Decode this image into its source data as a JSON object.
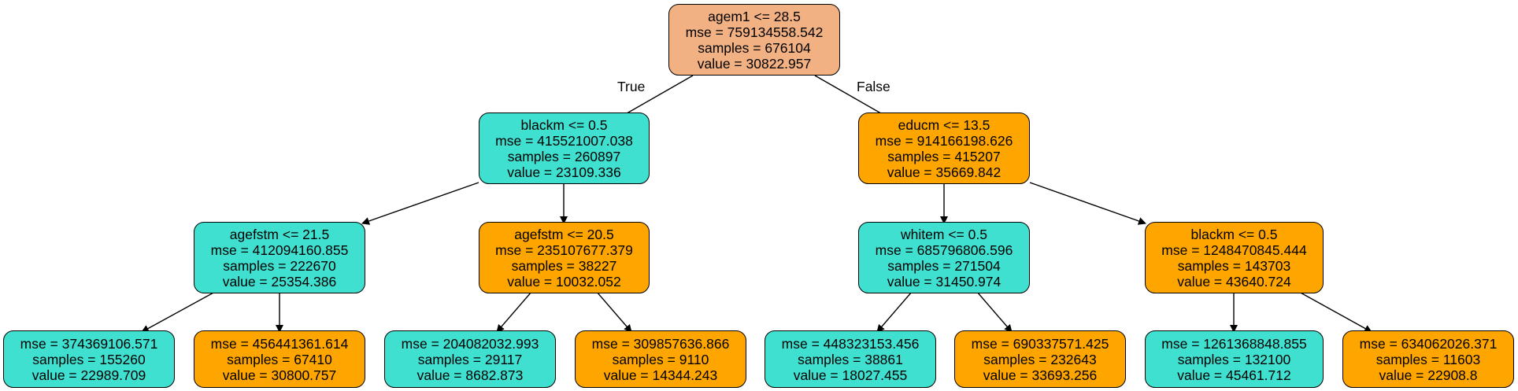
{
  "colors": {
    "teal": "#40e0d0",
    "orange": "#ffa500",
    "salmon": "#f2b183",
    "edge": "#000000"
  },
  "edge_labels": {
    "true_label": "True",
    "false_label": "False"
  },
  "nodes": {
    "n0": {
      "split": "agem1 <= 28.5",
      "mse": "mse = 759134558.542",
      "samples": "samples = 676104",
      "value": "value = 30822.957",
      "fill": "salmon"
    },
    "n1": {
      "split": "blackm <= 0.5",
      "mse": "mse = 415521007.038",
      "samples": "samples = 260897",
      "value": "value = 23109.336",
      "fill": "teal"
    },
    "n2": {
      "split": "educm <= 13.5",
      "mse": "mse = 914166198.626",
      "samples": "samples = 415207",
      "value": "value = 35669.842",
      "fill": "orange"
    },
    "n3": {
      "split": "agefstm <= 21.5",
      "mse": "mse = 412094160.855",
      "samples": "samples = 222670",
      "value": "value = 25354.386",
      "fill": "teal"
    },
    "n4": {
      "split": "agefstm <= 20.5",
      "mse": "mse = 235107677.379",
      "samples": "samples = 38227",
      "value": "value = 10032.052",
      "fill": "orange"
    },
    "n5": {
      "split": "whitem <= 0.5",
      "mse": "mse = 685796806.596",
      "samples": "samples = 271504",
      "value": "value = 31450.974",
      "fill": "teal"
    },
    "n6": {
      "split": "blackm <= 0.5",
      "mse": "mse = 1248470845.444",
      "samples": "samples = 143703",
      "value": "value = 43640.724",
      "fill": "orange"
    },
    "n7": {
      "mse": "mse = 374369106.571",
      "samples": "samples = 155260",
      "value": "value = 22989.709",
      "fill": "teal"
    },
    "n8": {
      "mse": "mse = 456441361.614",
      "samples": "samples = 67410",
      "value": "value = 30800.757",
      "fill": "orange"
    },
    "n9": {
      "mse": "mse = 204082032.993",
      "samples": "samples = 29117",
      "value": "value = 8682.873",
      "fill": "teal"
    },
    "n10": {
      "mse": "mse = 309857636.866",
      "samples": "samples = 9110",
      "value": "value = 14344.243",
      "fill": "orange"
    },
    "n11": {
      "mse": "mse = 448323153.456",
      "samples": "samples = 38861",
      "value": "value = 18027.455",
      "fill": "teal"
    },
    "n12": {
      "mse": "mse = 690337571.425",
      "samples": "samples = 232643",
      "value": "value = 33693.256",
      "fill": "orange"
    },
    "n13": {
      "mse": "mse = 1261368848.855",
      "samples": "samples = 132100",
      "value": "value = 45461.712",
      "fill": "teal"
    },
    "n14": {
      "mse": "mse = 634062026.371",
      "samples": "samples = 11603",
      "value": "value = 22908.8",
      "fill": "orange"
    }
  }
}
